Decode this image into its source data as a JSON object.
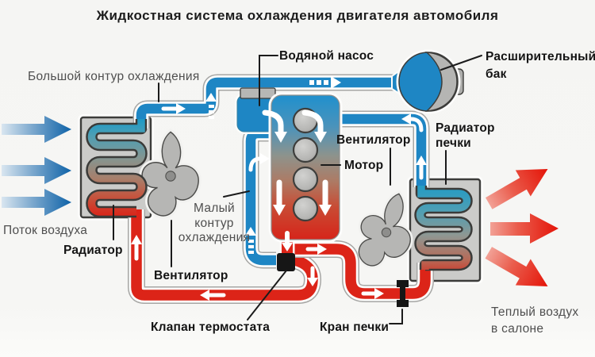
{
  "title": "Жидкостная система охлаждения двигателя автомобиля",
  "labels": {
    "big_circuit": {
      "text": "Большой контур охлаждения"
    },
    "water_pump": {
      "text": "Водяной насос"
    },
    "expansion_tank": {
      "lines": [
        "Расширительный",
        "бак"
      ]
    },
    "heater_radiator": {
      "lines": [
        "Радиатор",
        "печки"
      ]
    },
    "fan_right": {
      "text": "Вентилятор"
    },
    "motor": {
      "text": "Мотор"
    },
    "small_circuit": {
      "lines": [
        "Малый",
        "контур",
        "охлаждения"
      ]
    },
    "air_flow": {
      "text": "Поток воздуха"
    },
    "radiator": {
      "text": "Радиатор"
    },
    "fan_left": {
      "text": "Вентилятор"
    },
    "thermostat_valve": {
      "text": "Клапан термостата"
    },
    "heater_valve": {
      "text": "Кран печки"
    },
    "warm_air": {
      "lines": [
        "Теплый воздух",
        "в салоне"
      ]
    }
  },
  "icons": {
    "airflow_arrows": "three blue arrows pointing right",
    "warm_air_arrows": "three red arrows pointing right",
    "flow_arrows": "white arrows showing coolant direction"
  },
  "colors": {
    "coolant_cold": "#1e86c4",
    "coolant_hot": "#dc2418",
    "metal_gray": "#b6b6b4",
    "label_dark": "#141414",
    "label_gray": "#4f4f4f",
    "background": "#f5f5f3"
  }
}
